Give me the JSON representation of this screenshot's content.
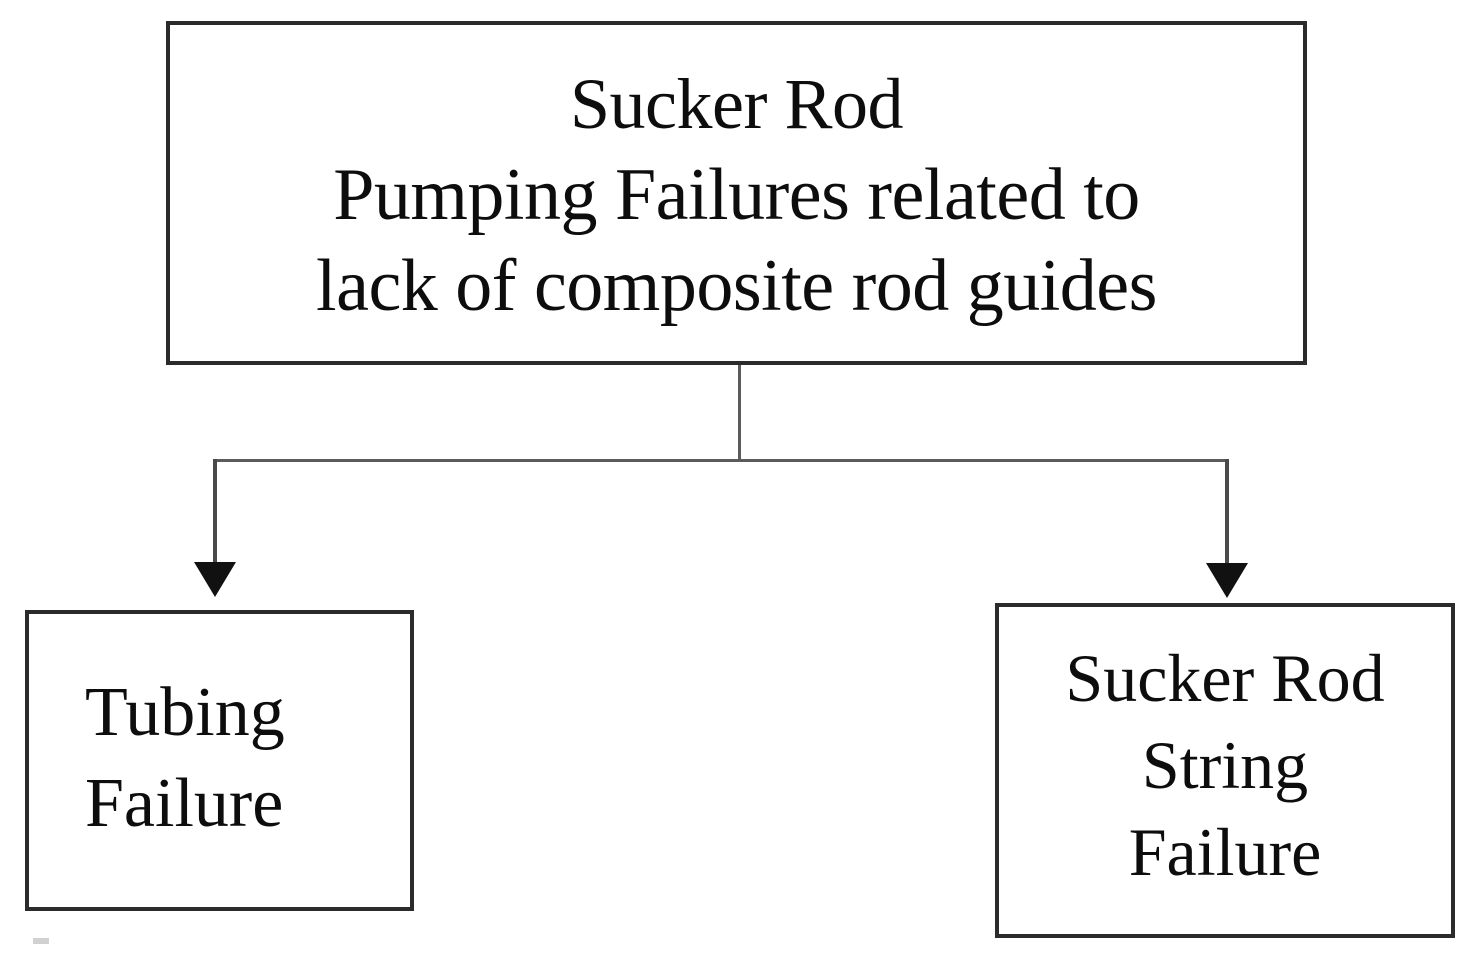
{
  "diagram": {
    "type": "flowchart",
    "title": "Sucker Rod Pumping Failures related to lack of composite rod guides",
    "orientation": "top-down",
    "colors": {
      "background": "#ffffff",
      "box_border": "#2b2b2b",
      "text": "#0d0d0d",
      "connector": "#5b5b5b",
      "arrowhead": "#111111"
    },
    "nodes": {
      "root": {
        "id": "root",
        "role": "parent",
        "lines": [
          "Sucker Rod",
          "Pumping Failures related to",
          "lack of composite rod guides"
        ],
        "text_align": "center"
      },
      "tubing": {
        "id": "tubing-failure",
        "role": "child",
        "lines": [
          "Tubing",
          "Failure"
        ],
        "text_align": "left"
      },
      "rodstring": {
        "id": "sucker-rod-string-failure",
        "role": "child",
        "lines": [
          "Sucker Rod",
          "String",
          "Failure"
        ],
        "text_align": "center"
      }
    },
    "edges": [
      {
        "from": "root",
        "to": "tubing-failure",
        "style": "elbow",
        "arrow": "filled-triangle"
      },
      {
        "from": "root",
        "to": "sucker-rod-string-failure",
        "style": "elbow",
        "arrow": "filled-triangle"
      }
    ]
  }
}
